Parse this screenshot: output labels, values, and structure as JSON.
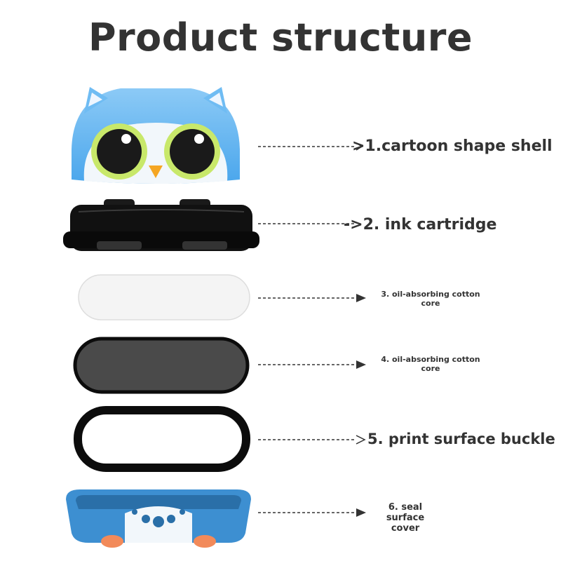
{
  "title": "Product structure",
  "parts": [
    {
      "label": ">1.cartoon shape shell",
      "icon": "owl-shell-icon"
    },
    {
      "label": "->2. ink cartridge",
      "icon": "ink-cartridge-icon"
    },
    {
      "label": "3. oil-absorbing cotton core",
      "icon": "white-cotton-core-icon"
    },
    {
      "label": "4. oil-absorbing cotton core",
      "icon": "gray-cotton-core-icon"
    },
    {
      "label": "5. print surface buckle",
      "icon": "buckle-ring-icon"
    },
    {
      "label": "6. seal surface cover",
      "icon": "seal-cover-icon"
    }
  ],
  "colors": {
    "text": "#333333",
    "shell_blue": "#5eb3f0",
    "cover_blue": "#3d8fd1",
    "eye_ring": "#c8e86a",
    "beak": "#f5a623",
    "cartridge": "#111111",
    "white_core": "#f4f4f4",
    "gray_core": "#4a4a4a",
    "feet": "#f28a5a"
  }
}
